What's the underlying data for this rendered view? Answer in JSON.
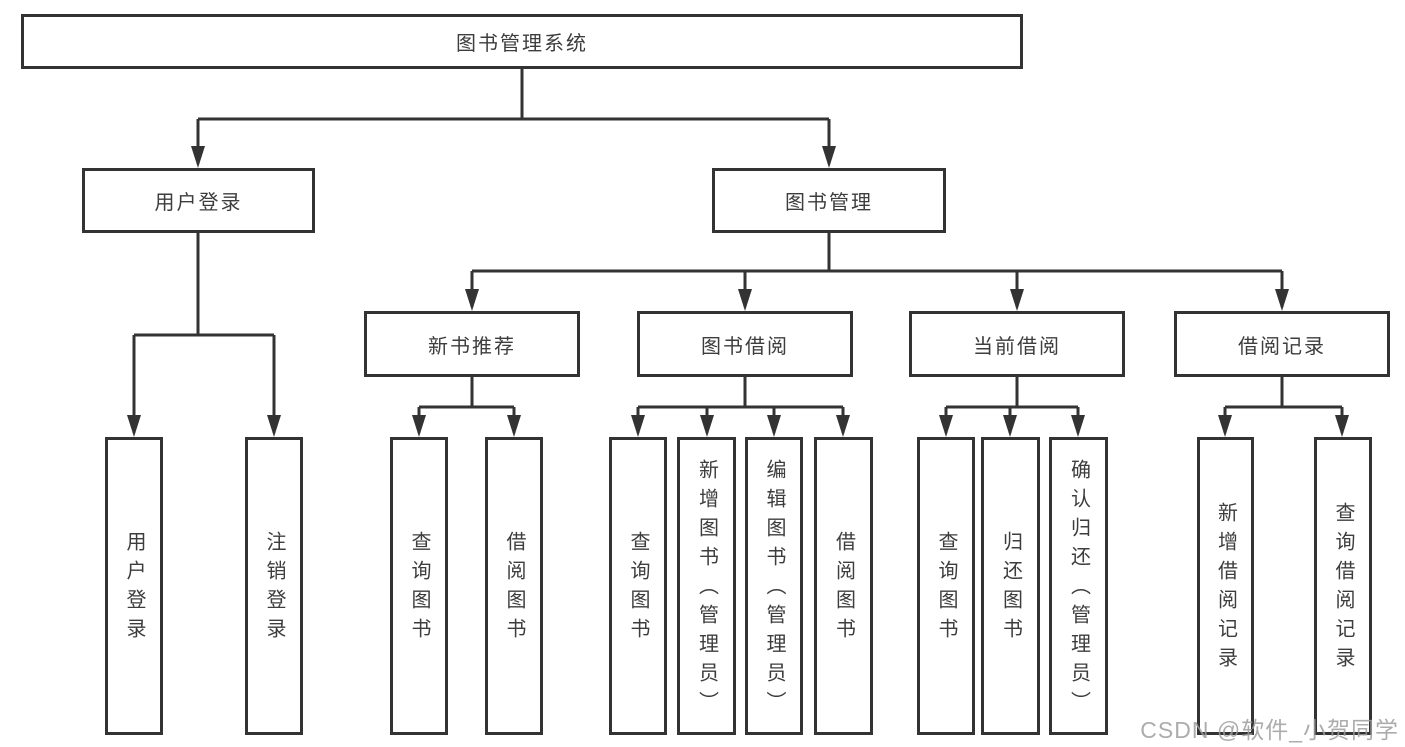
{
  "diagram": {
    "watermark": "CSDN @软件_小贺同学",
    "colors": {
      "line": "#333333",
      "box_border": "#333333",
      "box_background": "#ffffff",
      "text": "#3d3d3d",
      "watermark_text": "#9e9e9e",
      "page_background": "#ffffff"
    },
    "tree": {
      "label": "图书管理系统",
      "children": [
        {
          "label": "用户登录",
          "children": [
            {
              "label": "用户登录"
            },
            {
              "label": "注销登录"
            }
          ]
        },
        {
          "label": "图书管理",
          "children": [
            {
              "label": "新书推荐",
              "children": [
                {
                  "label": "查询图书"
                },
                {
                  "label": "借阅图书"
                }
              ]
            },
            {
              "label": "图书借阅",
              "children": [
                {
                  "label": "查询图书"
                },
                {
                  "label": "新增图书（管理员）"
                },
                {
                  "label": "编辑图书（管理员）"
                },
                {
                  "label": "借阅图书"
                }
              ]
            },
            {
              "label": "当前借阅",
              "children": [
                {
                  "label": "查询图书"
                },
                {
                  "label": "归还图书"
                },
                {
                  "label": "确认归还（管理员）"
                }
              ]
            },
            {
              "label": "借阅记录",
              "children": [
                {
                  "label": "新增借阅记录"
                },
                {
                  "label": "查询借阅记录"
                }
              ]
            }
          ]
        }
      ]
    }
  }
}
